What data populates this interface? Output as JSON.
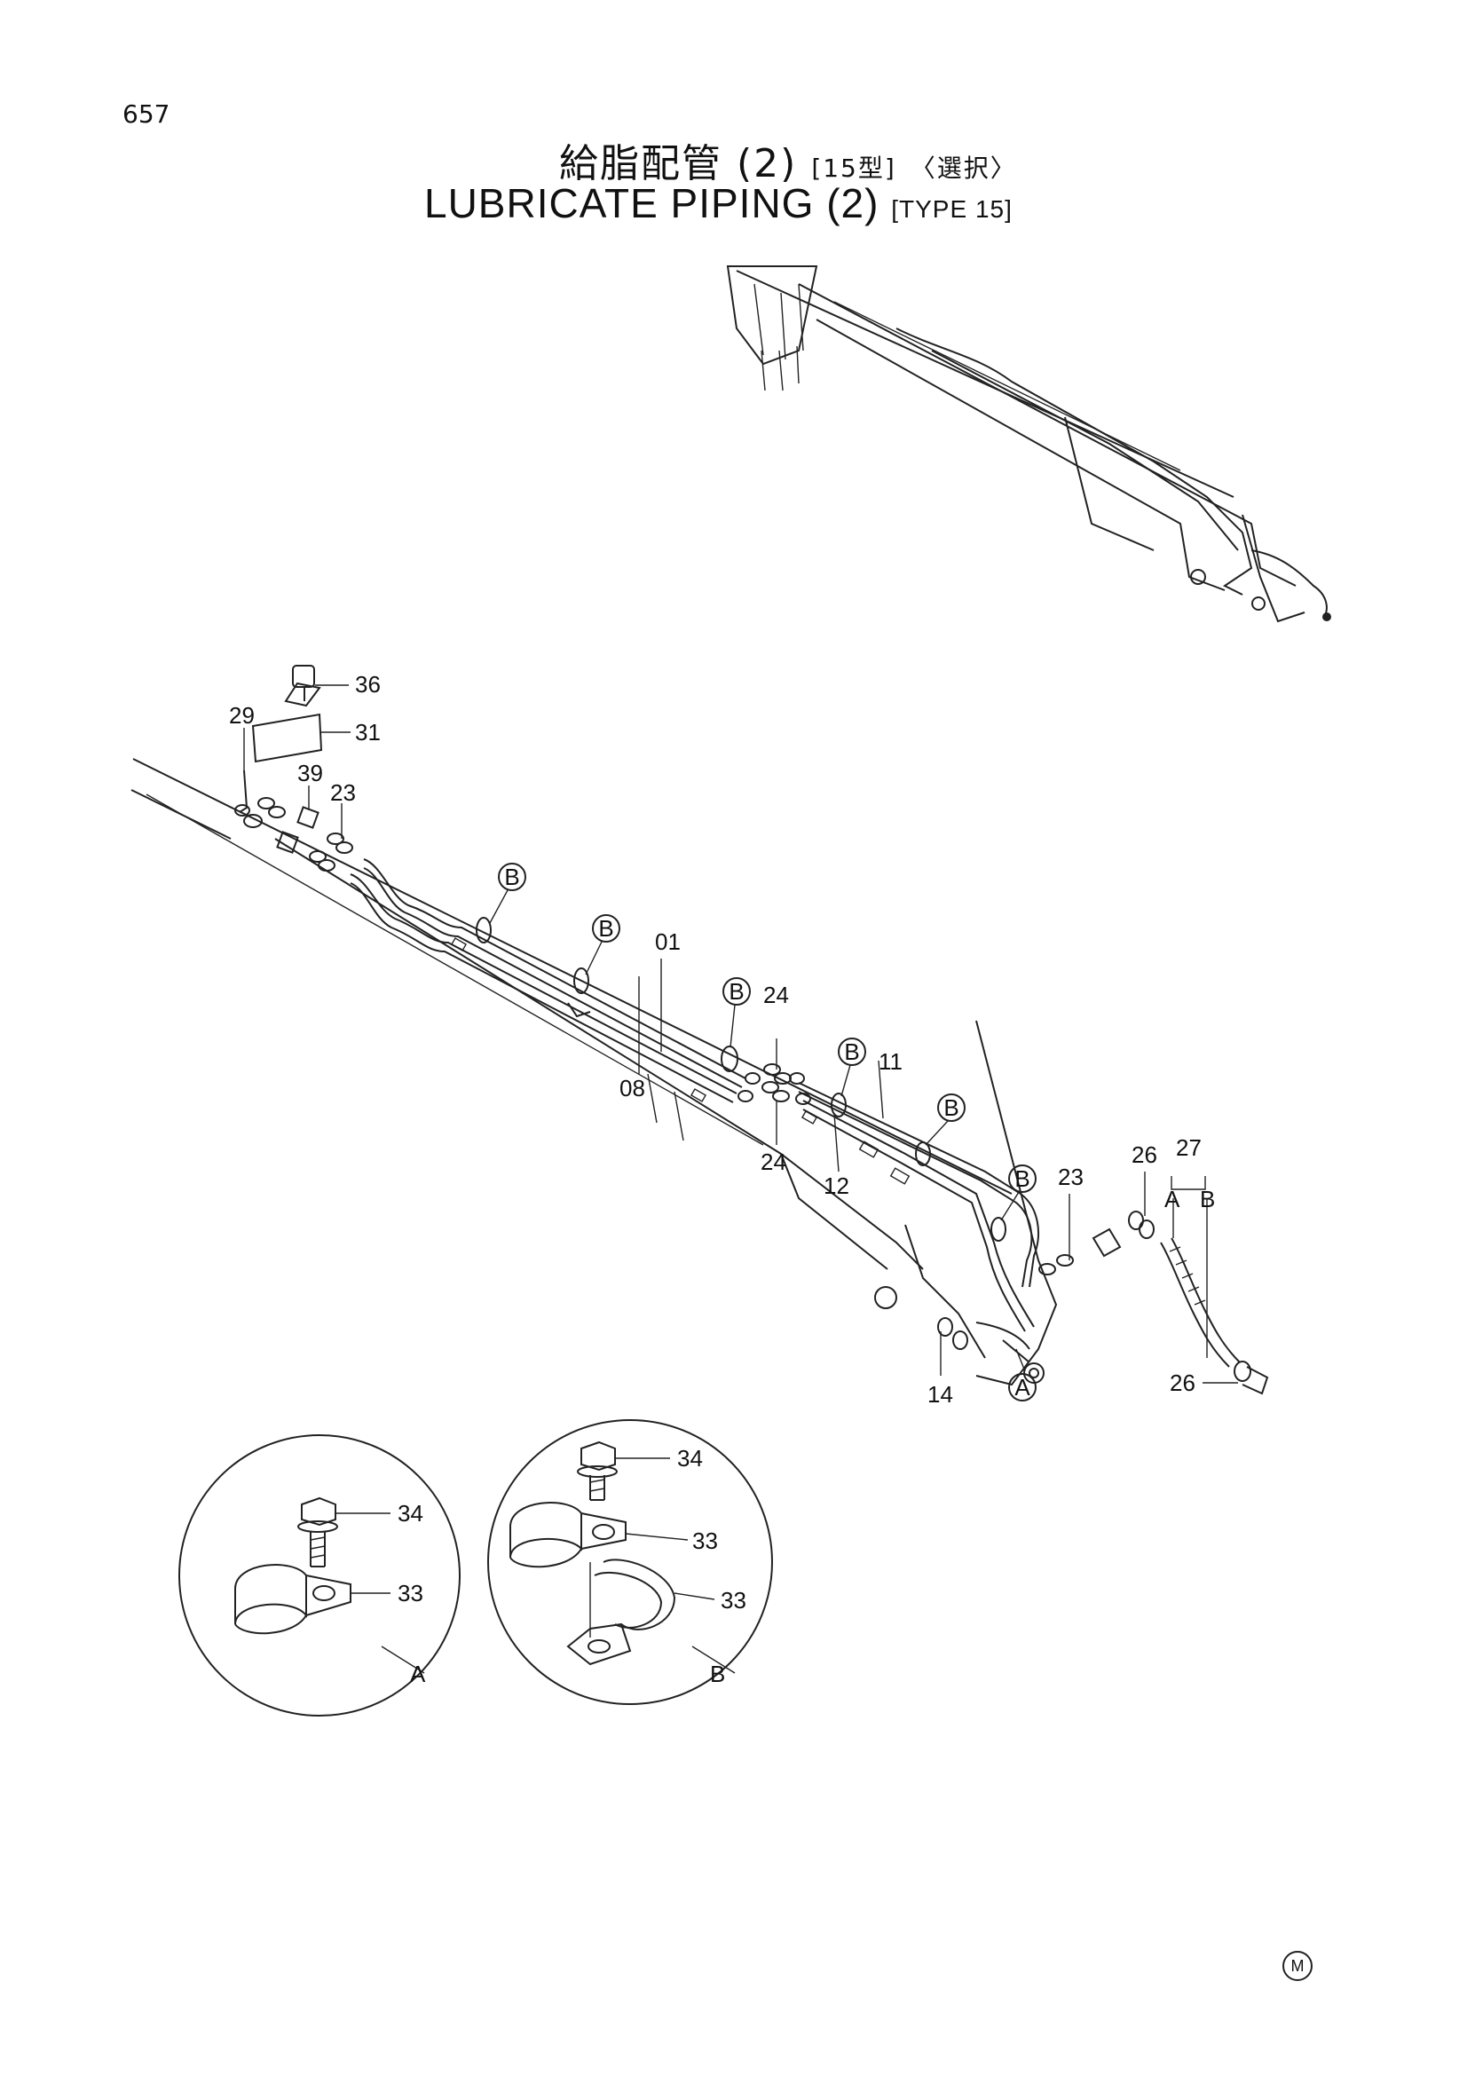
{
  "page_number": "657",
  "title": {
    "jp_main": "給脂配管 (2)",
    "jp_type": "[15型]",
    "jp_option": "〈選択〉",
    "en_main": "LUBRICATE PIPING (2)",
    "en_type": "[TYPE 15]"
  },
  "callouts": {
    "p36": "36",
    "p31": "31",
    "p29": "29",
    "p39": "39",
    "p23a": "23",
    "p01": "01",
    "p08": "08",
    "p24a": "24",
    "p24b": "24",
    "p11": "11",
    "p12": "12",
    "p23b": "23",
    "p26a": "26",
    "p27": "27",
    "p27a": "A",
    "p27b": "B",
    "p26b": "26",
    "p14": "14"
  },
  "view_markers": {
    "b1": "B",
    "b2": "B",
    "b3": "B",
    "b4": "B",
    "b5": "B",
    "b6": "B",
    "a1": "A"
  },
  "detail_a": {
    "label": "A",
    "p34": "34",
    "p33": "33"
  },
  "detail_b": {
    "label": "B",
    "p34": "34",
    "p33a": "33",
    "p33b": "33"
  },
  "footer_mark": "M"
}
